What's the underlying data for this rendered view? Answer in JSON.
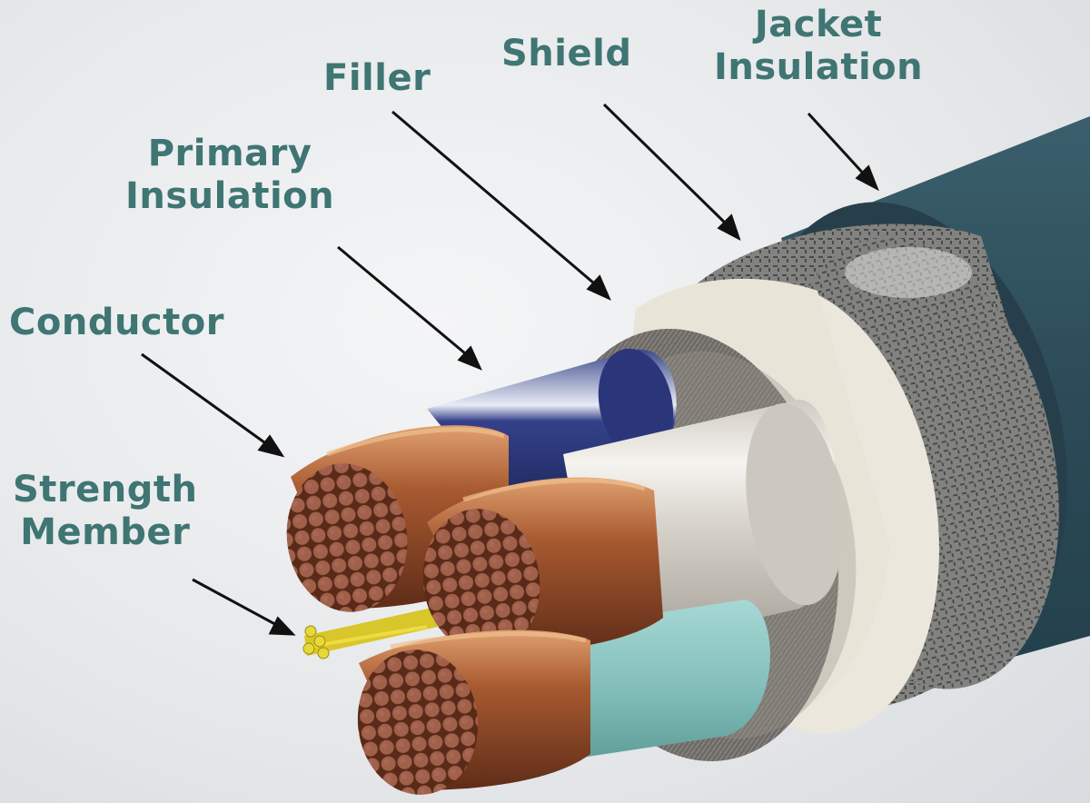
{
  "diagram": {
    "title": "Cable cross-section components",
    "label_color": "#3f7573",
    "labels": {
      "jacket_line1": "Jacket",
      "jacket_line2": "Insulation",
      "shield": "Shield",
      "filler": "Filler",
      "primary_line1": "Primary",
      "primary_line2": "Insulation",
      "conductor": "Conductor",
      "strength_line1": "Strength",
      "strength_line2": "Member"
    },
    "colors": {
      "jacket": "#2f4f5c",
      "shield": "#7d7d7b",
      "filler": "#e9e4d8",
      "blue_insulation": "#2d3a74",
      "white_insulation": "#d9d5cd",
      "teal_insulation": "#8fc7c4",
      "copper": "#8a4a2c",
      "strength_member": "#d8c62a"
    }
  }
}
